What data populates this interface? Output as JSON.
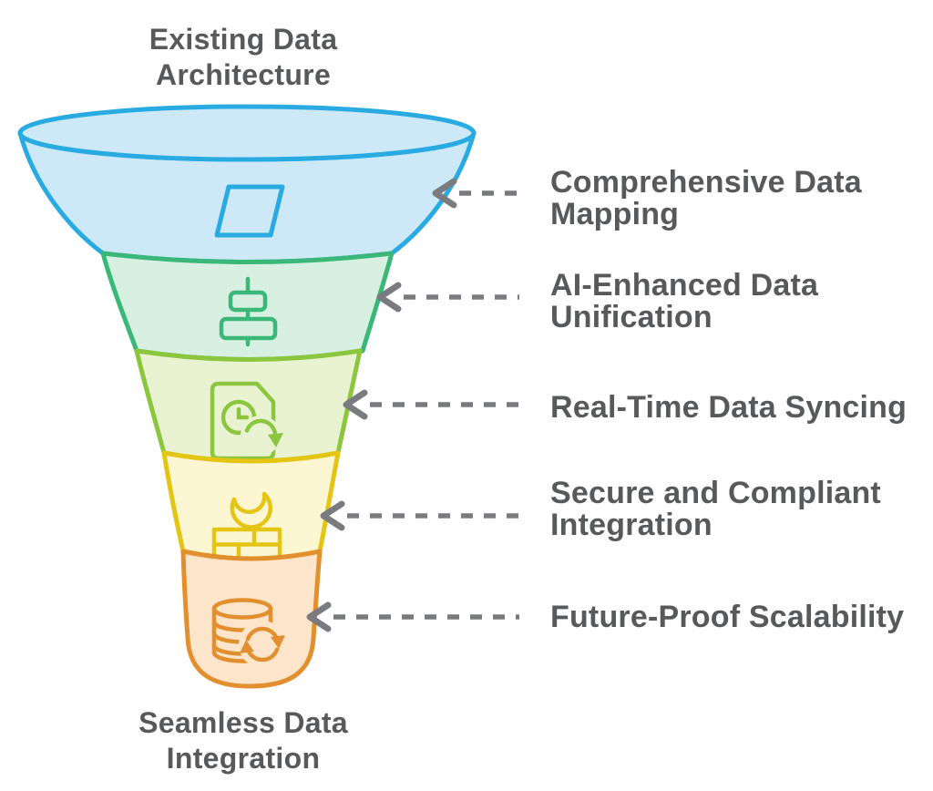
{
  "title_top": "Existing Data\nArchitecture",
  "title_bottom": "Seamless Data\nIntegration",
  "funnel": {
    "stages": [
      {
        "label": "Comprehensive Data\nMapping",
        "icon": "parallelogram-icon",
        "fill": "#CDE9F8",
        "stroke": "#29ABE2"
      },
      {
        "label": "AI-Enhanced Data\nUnification",
        "icon": "align-center-icon",
        "fill": "#D7F0E2",
        "stroke": "#3BB878"
      },
      {
        "label": "Real-Time Data Syncing",
        "icon": "document-sync-icon",
        "fill": "#E9F3D1",
        "stroke": "#8CC63F"
      },
      {
        "label": "Secure and Compliant\nIntegration",
        "icon": "firewall-icon",
        "fill": "#FDF6D3",
        "stroke": "#E5C514"
      },
      {
        "label": "Future-Proof Scalability",
        "icon": "database-sync-icon",
        "fill": "#FCE5CA",
        "stroke": "#E2902F"
      }
    ]
  },
  "colors": {
    "text": "#58595B",
    "arrow": "#7A7B7E",
    "background": "#FFFFFF"
  }
}
